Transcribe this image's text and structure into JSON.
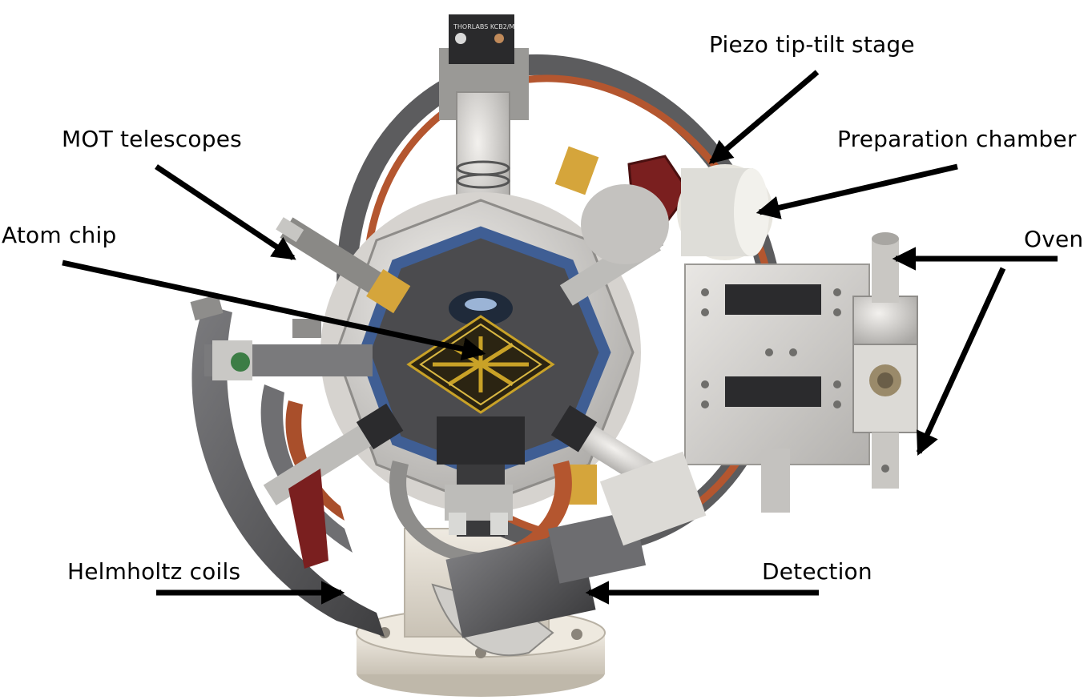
{
  "labels": {
    "piezo": "Piezo tip-tilt stage",
    "mot": "MOT telescopes",
    "prep": "Preparation chamber",
    "atom": "Atom chip",
    "oven": "Oven",
    "helmholtz": "Helmholtz coils",
    "detection": "Detection"
  },
  "device": {
    "brand_text": "THORLABS KCB2/M"
  },
  "colors": {
    "arrow": "#000000",
    "coil_copper": "#b4562f",
    "steel": "#c8c6c3",
    "dark_steel": "#5c5c5e",
    "flange": "#e2ddd3",
    "window_blue": "#3f5e94",
    "chip_gold": "#c9a227",
    "bracket_red": "#7a1f1f"
  }
}
